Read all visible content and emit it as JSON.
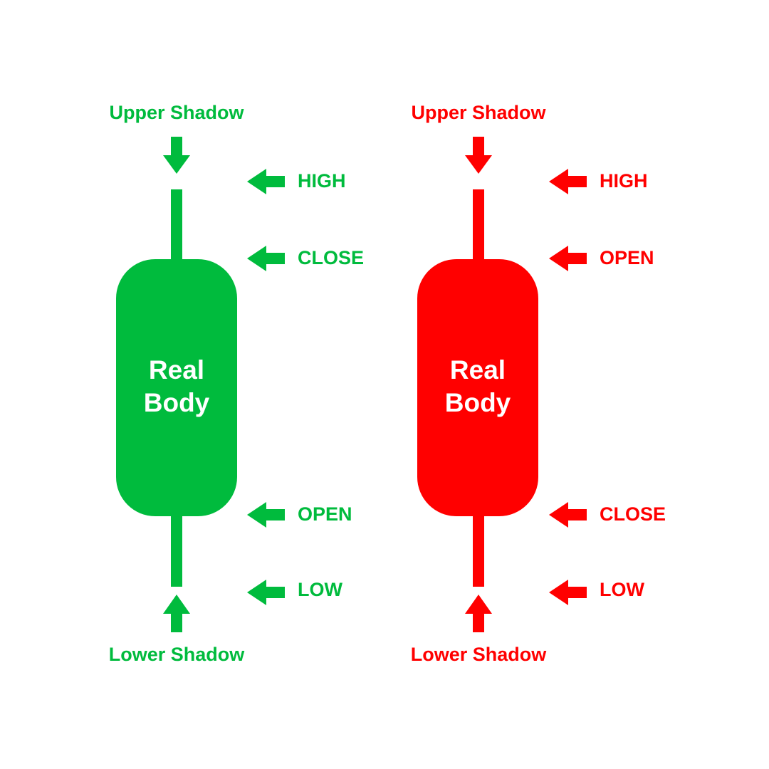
{
  "candles": [
    {
      "kind": "bullish",
      "color": "#00BB3D",
      "upper_shadow_label": "Upper Shadow",
      "lower_shadow_label": "Lower Shadow",
      "body_line1": "Real",
      "body_line2": "Body",
      "levels": {
        "high": "HIGH",
        "top_of_body": "CLOSE",
        "bottom_of_body": "OPEN",
        "low": "LOW"
      }
    },
    {
      "kind": "bearish",
      "color": "#FF0000",
      "upper_shadow_label": "Upper Shadow",
      "lower_shadow_label": "Lower Shadow",
      "body_line1": "Real",
      "body_line2": "Body",
      "levels": {
        "high": "HIGH",
        "top_of_body": "OPEN",
        "bottom_of_body": "CLOSE",
        "low": "LOW"
      }
    }
  ]
}
